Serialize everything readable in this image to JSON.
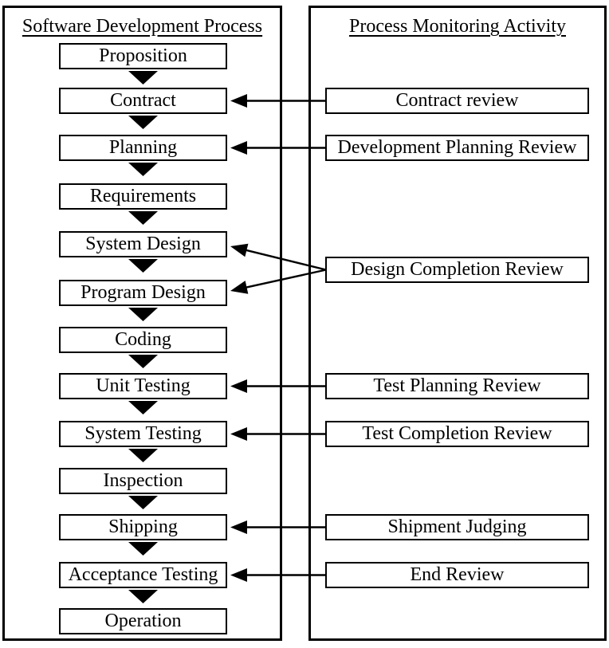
{
  "left_panel": {
    "title": "Software Development Process",
    "steps": [
      "Proposition",
      "Contract",
      "Planning",
      "Requirements",
      "System Design",
      "Program Design",
      "Coding",
      "Unit Testing",
      "System Testing",
      "Inspection",
      "Shipping",
      "Acceptance Testing",
      "Operation"
    ]
  },
  "right_panel": {
    "title": "Process Monitoring Activity",
    "activities": [
      {
        "label": "Contract review",
        "targets": [
          "Contract"
        ]
      },
      {
        "label": "Development Planning Review",
        "targets": [
          "Planning"
        ]
      },
      {
        "label": "Design Completion Review",
        "targets": [
          "System Design",
          "Program Design"
        ]
      },
      {
        "label": "Test Planning Review",
        "targets": [
          "Unit Testing"
        ]
      },
      {
        "label": "Test Completion Review",
        "targets": [
          "System Testing"
        ]
      },
      {
        "label": "Shipment Judging",
        "targets": [
          "Shipping"
        ]
      },
      {
        "label": "End Review",
        "targets": [
          "Acceptance Testing"
        ]
      }
    ]
  },
  "colors": {
    "line": "#000000",
    "background": "#ffffff",
    "text": "#000000"
  }
}
